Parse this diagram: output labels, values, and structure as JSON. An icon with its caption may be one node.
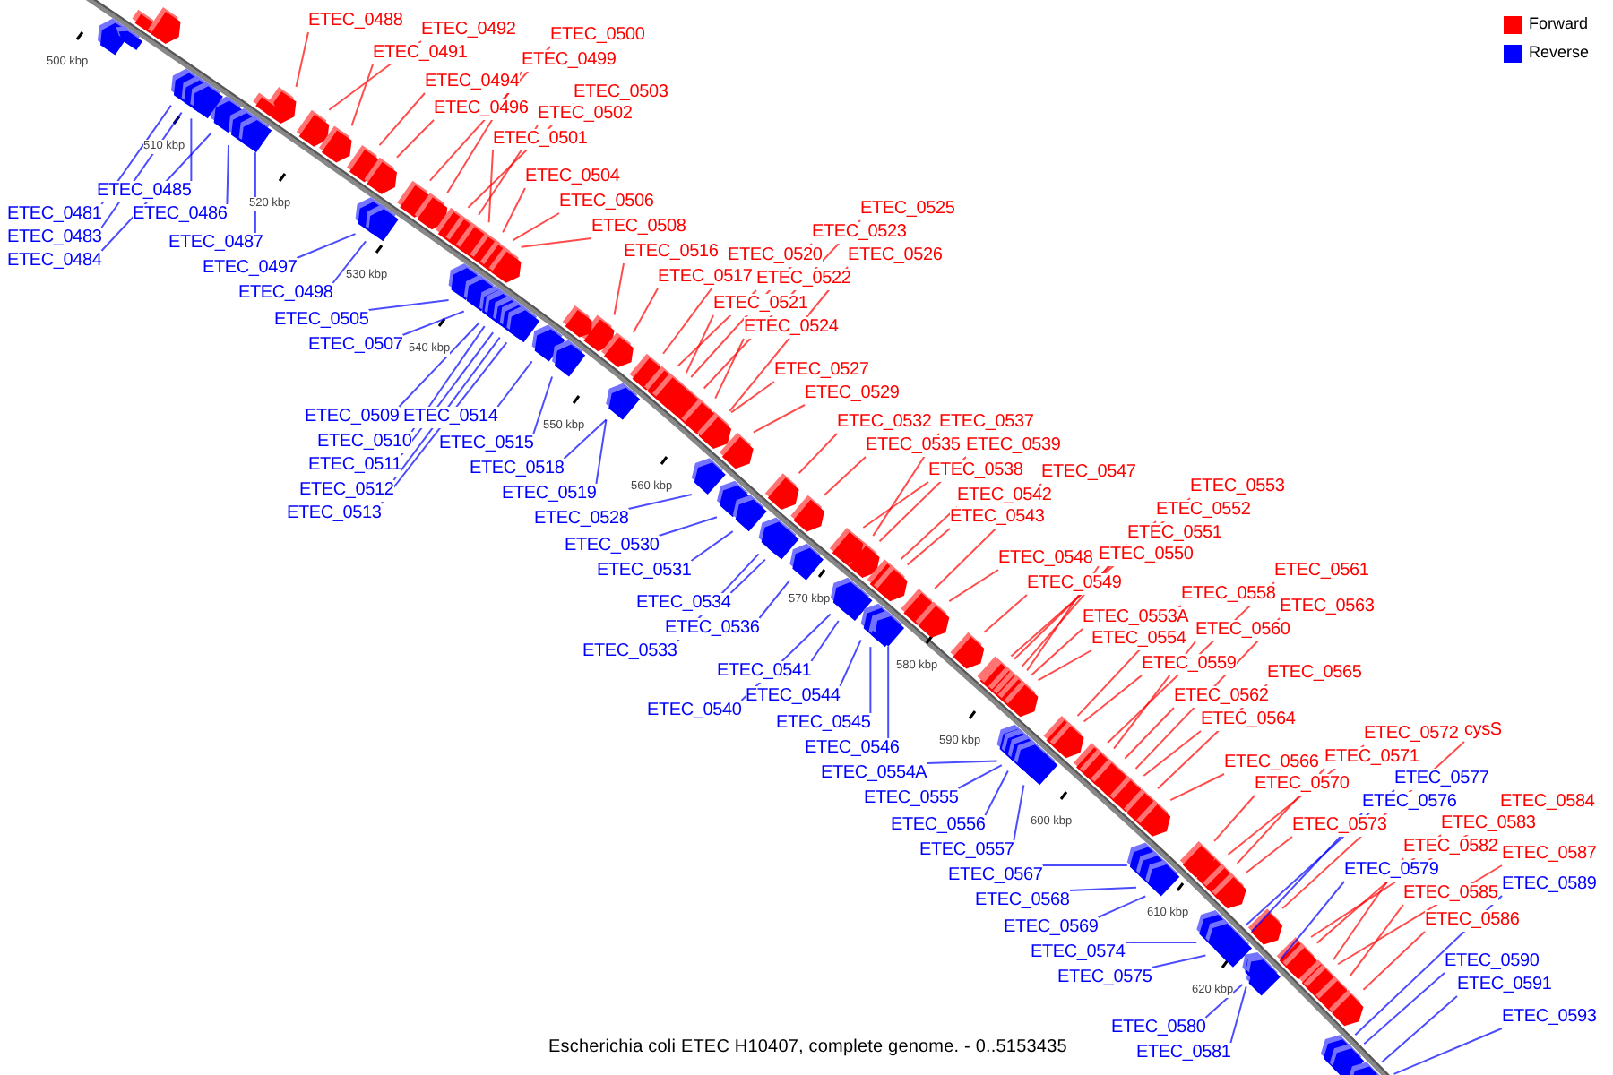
{
  "diagram": {
    "caption": "Escherichia coli ETEC H10407, complete genome. - 0..5153435",
    "nodes": [
      {
        "text": [
          "ETEC_0488"
        ]
      },
      {
        "text": [
          "ETEC_0492"
        ]
      },
      {
        "text": [
          "ETEC_0491"
        ]
      },
      {
        "text": [
          "ETEC_0494"
        ]
      },
      {
        "text": [
          "ETEC_0496"
        ]
      },
      {
        "text": [
          "ETEC_0500"
        ]
      },
      {
        "text": [
          "ETEC_0499"
        ]
      },
      {
        "text": [
          "ETEC_0503"
        ]
      },
      {
        "text": [
          "ETEC_0502"
        ]
      },
      {
        "text": [
          "ETEC_0501"
        ]
      },
      {
        "text": [
          "ETEC_0504"
        ]
      },
      {
        "text": [
          "ETEC_0506"
        ]
      },
      {
        "text": [
          "ETEC_0508"
        ]
      },
      {
        "text": [
          "ETEC_0516"
        ]
      },
      {
        "text": [
          "ETEC_0517"
        ]
      },
      {
        "text": [
          "ETEC_0520"
        ]
      },
      {
        "text": [
          "ETEC_0525"
        ]
      },
      {
        "text": [
          "ETEC_0523"
        ]
      },
      {
        "text": [
          "ETEC_0526"
        ]
      },
      {
        "text": [
          "ETEC_0522"
        ]
      },
      {
        "text": [
          "ETEC_0521"
        ]
      },
      {
        "text": [
          "ETEC_0524"
        ]
      },
      {
        "text": [
          "ETEC_0527"
        ]
      },
      {
        "text": [
          "ETEC_0529"
        ]
      },
      {
        "text": [
          "ETEC_0532"
        ]
      },
      {
        "text": [
          "ETEC_0537"
        ]
      },
      {
        "text": [
          "ETEC_0535"
        ]
      },
      {
        "text": [
          "ETEC_0539"
        ]
      },
      {
        "text": [
          "ETEC_0538"
        ]
      },
      {
        "text": [
          "ETEC_0547"
        ]
      },
      {
        "text": [
          "ETEC_0542"
        ]
      },
      {
        "text": [
          "ETEC_0543"
        ]
      },
      {
        "text": [
          "ETEC_0553"
        ]
      },
      {
        "text": [
          "ETEC_0552"
        ]
      },
      {
        "text": [
          "ETEC_0551"
        ]
      },
      {
        "text": [
          "ETEC_0550"
        ]
      },
      {
        "text": [
          "ETEC_0548"
        ]
      },
      {
        "text": [
          "ETEC_0549"
        ]
      },
      {
        "text": [
          "ETEC_0553A"
        ]
      },
      {
        "text": [
          "ETEC_0554"
        ]
      },
      {
        "text": [
          "ETEC_0558"
        ]
      },
      {
        "text": [
          "ETEC_0561"
        ]
      },
      {
        "text": [
          "ETEC_0560"
        ]
      },
      {
        "text": [
          "ETEC_0563"
        ]
      },
      {
        "text": [
          "ETEC_0559"
        ]
      },
      {
        "text": [
          "ETEC_0562"
        ]
      },
      {
        "text": [
          "ETEC_0564"
        ]
      },
      {
        "text": [
          "ETEC_0565"
        ]
      },
      {
        "text": [
          "ETEC_0566"
        ]
      },
      {
        "text": [
          "ETEC_0572"
        ]
      },
      {
        "text": [
          "cysS"
        ]
      },
      {
        "text": [
          "ETEC_0571"
        ]
      },
      {
        "text": [
          "ETEC_0570"
        ]
      },
      {
        "text": [
          "ETEC_0573"
        ]
      },
      {
        "text": [
          "ETEC_0577"
        ]
      },
      {
        "text": [
          "ETEC_0576"
        ]
      },
      {
        "text": [
          "ETEC_0579"
        ]
      },
      {
        "text": [
          "ETEC_0584"
        ]
      },
      {
        "text": [
          "ETEC_0583"
        ]
      },
      {
        "text": [
          "ETEC_0582"
        ]
      },
      {
        "text": [
          "ETEC_0587"
        ]
      },
      {
        "text": [
          "ETEC_0589"
        ]
      },
      {
        "text": [
          "ETEC_0585"
        ]
      },
      {
        "text": [
          "ETEC_0586"
        ]
      },
      {
        "text": [
          "ETEC_0590"
        ]
      },
      {
        "text": [
          "ETEC_0591"
        ]
      },
      {
        "text": [
          "ETEC_0593"
        ]
      },
      {
        "text": [
          "ETEC_0481"
        ]
      },
      {
        "text": [
          "ETEC_0483"
        ]
      },
      {
        "text": [
          "ETEC_0484"
        ]
      },
      {
        "text": [
          "ETEC_0485"
        ]
      },
      {
        "text": [
          "ETEC_0486"
        ]
      },
      {
        "text": [
          "ETEC_0487"
        ]
      },
      {
        "text": [
          "ETEC_0497"
        ]
      },
      {
        "text": [
          "ETEC_0498"
        ]
      },
      {
        "text": [
          "ETEC_0505"
        ]
      },
      {
        "text": [
          "ETEC_0507"
        ]
      },
      {
        "text": [
          "ETEC_0509"
        ]
      },
      {
        "text": [
          "ETEC_0510"
        ]
      },
      {
        "text": [
          "ETEC_0511"
        ]
      },
      {
        "text": [
          "ETEC_0512"
        ]
      },
      {
        "text": [
          "ETEC_0513"
        ]
      },
      {
        "text": [
          "ETEC_0514"
        ]
      },
      {
        "text": [
          "ETEC_0515"
        ]
      },
      {
        "text": [
          "ETEC_0518"
        ]
      },
      {
        "text": [
          "ETEC_0519"
        ]
      },
      {
        "text": [
          "ETEC_0528"
        ]
      },
      {
        "text": [
          "ETEC_0530"
        ]
      },
      {
        "text": [
          "ETEC_0531"
        ]
      },
      {
        "text": [
          "ETEC_0534"
        ]
      },
      {
        "text": [
          "ETEC_0536"
        ]
      },
      {
        "text": [
          "ETEC_0533"
        ]
      },
      {
        "text": [
          "ETEC_0541"
        ]
      },
      {
        "text": [
          "ETEC_0544"
        ]
      },
      {
        "text": [
          "ETEC_0540"
        ]
      },
      {
        "text": [
          "ETEC_0545"
        ]
      },
      {
        "text": [
          "ETEC_0546"
        ]
      },
      {
        "text": [
          "ETEC_0554A"
        ]
      },
      {
        "text": [
          "ETEC_0555"
        ]
      },
      {
        "text": [
          "ETEC_0556"
        ]
      },
      {
        "text": [
          "ETEC_0557"
        ]
      },
      {
        "text": [
          "ETEC_0567"
        ]
      },
      {
        "text": [
          "ETEC_0568"
        ]
      },
      {
        "text": [
          "ETEC_0569"
        ]
      },
      {
        "text": [
          "ETEC_0574"
        ]
      },
      {
        "text": [
          "ETEC_0575"
        ]
      },
      {
        "text": [
          "ETEC_0580"
        ]
      },
      {
        "text": [
          "ETEC_0581"
        ]
      },
      {
        "text": [],
        "shape": "box"
      },
      {
        "text": [],
        "shape": "box"
      },
      {
        "text": [],
        "shape": "box"
      },
      {
        "text": [],
        "shape": "box"
      },
      {
        "text": [],
        "shape": "box"
      },
      {
        "text": [],
        "shape": "box"
      },
      {
        "text": [],
        "shape": "box"
      },
      {
        "text": [],
        "shape": "box"
      },
      {
        "text": [],
        "shape": "box"
      },
      {
        "text": [],
        "shape": "box"
      },
      {
        "text": [],
        "shape": "box"
      },
      {
        "text": [],
        "shape": "box"
      },
      {
        "text": [],
        "shape": "box"
      },
      {
        "text": [],
        "shape": "box"
      },
      {
        "text": [],
        "shape": "box"
      },
      {
        "text": [],
        "shape": "box"
      },
      {
        "text": [],
        "shape": "box"
      },
      {
        "text": [],
        "shape": "box"
      },
      {
        "text": [],
        "shape": "box"
      },
      {
        "text": [],
        "shape": "box"
      },
      {
        "text": [],
        "shape": "box"
      },
      {
        "text": [],
        "shape": "box"
      },
      {
        "text": [],
        "shape": "box"
      },
      {
        "text": [],
        "shape": "box"
      },
      {
        "text": [],
        "shape": "box"
      },
      {
        "text": [],
        "shape": "box"
      },
      {
        "text": [],
        "shape": "box"
      },
      {
        "text": [],
        "shape": "box"
      },
      {
        "text": [],
        "shape": "box"
      },
      {
        "text": [],
        "shape": "box"
      },
      {
        "text": [],
        "shape": "box"
      },
      {
        "text": [],
        "shape": "box"
      },
      {
        "text": [],
        "shape": "box"
      },
      {
        "text": [],
        "shape": "box"
      },
      {
        "text": [],
        "shape": "box"
      },
      {
        "text": [],
        "shape": "box"
      },
      {
        "text": [],
        "shape": "box"
      },
      {
        "text": [],
        "shape": "box"
      },
      {
        "text": [],
        "shape": "box"
      },
      {
        "text": [],
        "shape": "box"
      },
      {
        "text": [],
        "shape": "box"
      },
      {
        "text": [],
        "shape": "box"
      },
      {
        "text": [],
        "shape": "box"
      },
      {
        "text": [],
        "shape": "box"
      },
      {
        "text": [],
        "shape": "box"
      },
      {
        "text": [],
        "shape": "box"
      },
      {
        "text": [],
        "shape": "box"
      },
      {
        "text": [],
        "shape": "box"
      },
      {
        "text": [],
        "shape": "box"
      },
      {
        "text": [],
        "shape": "box"
      },
      {
        "text": [],
        "shape": "box"
      },
      {
        "text": [],
        "shape": "box"
      },
      {
        "text": [],
        "shape": "box"
      },
      {
        "text": [],
        "shape": "box"
      },
      {
        "text": [],
        "shape": "box"
      },
      {
        "text": [],
        "shape": "box"
      },
      {
        "text": [],
        "shape": "box"
      },
      {
        "text": [],
        "shape": "box"
      },
      {
        "text": [],
        "shape": "box"
      },
      {
        "text": [],
        "shape": "box"
      },
      {
        "text": [],
        "shape": "box"
      },
      {
        "text": [],
        "shape": "box"
      },
      {
        "text": [],
        "shape": "box"
      },
      {
        "text": [],
        "shape": "box"
      },
      {
        "text": [],
        "shape": "box"
      },
      {
        "text": [],
        "shape": "box"
      },
      {
        "text": [],
        "shape": "box"
      },
      {
        "text": [],
        "shape": "box"
      },
      {
        "text": [],
        "shape": "box"
      },
      {
        "text": [],
        "shape": "box"
      },
      {
        "text": [],
        "shape": "box"
      },
      {
        "text": [],
        "shape": "box"
      },
      {
        "text": [],
        "shape": "box"
      },
      {
        "text": [],
        "shape": "box"
      },
      {
        "text": [],
        "shape": "box"
      },
      {
        "text": [],
        "shape": "box"
      },
      {
        "text": [],
        "shape": "box"
      },
      {
        "text": [],
        "shape": "box"
      },
      {
        "text": [],
        "shape": "box"
      },
      {
        "text": [],
        "shape": "box"
      },
      {
        "text": [],
        "shape": "box"
      },
      {
        "text": [],
        "shape": "box"
      },
      {
        "text": [],
        "shape": "box"
      },
      {
        "text": [],
        "shape": "box"
      },
      {
        "text": [],
        "shape": "box"
      },
      {
        "text": [],
        "shape": "box"
      },
      {
        "text": [],
        "shape": "box"
      },
      {
        "text": [],
        "shape": "box"
      },
      {
        "text": [],
        "shape": "box"
      },
      {
        "text": [],
        "shape": "box"
      },
      {
        "text": [],
        "shape": "box"
      },
      {
        "text": [],
        "shape": "box"
      },
      {
        "text": [],
        "shape": "box"
      },
      {
        "text": [],
        "shape": "box"
      },
      {
        "text": [],
        "shape": "box"
      },
      {
        "text": [],
        "shape": "box"
      },
      {
        "text": [],
        "shape": "box"
      },
      {
        "text": [],
        "shape": "box"
      },
      {
        "text": [],
        "shape": "box"
      },
      {
        "text": [],
        "shape": "box"
      },
      {
        "text": [],
        "shape": "box"
      },
      {
        "text": [],
        "shape": "box"
      },
      {
        "text": [],
        "shape": "box"
      },
      {
        "text": [],
        "shape": "box"
      },
      {
        "text": [],
        "shape": "box"
      },
      {
        "text": [],
        "shape": "box"
      },
      {
        "text": [],
        "shape": "box"
      },
      {
        "text": [],
        "shape": "box"
      },
      {
        "text": [],
        "shape": "box"
      },
      {
        "text": [],
        "shape": "box"
      },
      {
        "text": [],
        "shape": "box"
      },
      {
        "text": [],
        "shape": "box"
      },
      {
        "text": [],
        "shape": "box"
      },
      {
        "text": [],
        "shape": "box"
      },
      {
        "text": [],
        "shape": "box"
      }
    ],
    "edges": [
      {
        "from": 0,
        "to": 108,
        "arrow": "none"
      },
      {
        "from": 1,
        "to": 109,
        "arrow": "none"
      },
      {
        "from": 2,
        "to": 110,
        "arrow": "none"
      },
      {
        "from": 3,
        "to": 111,
        "arrow": "none"
      },
      {
        "from": 4,
        "to": 112,
        "arrow": "none"
      },
      {
        "from": 5,
        "to": 113,
        "arrow": "none"
      },
      {
        "from": 6,
        "to": 114,
        "arrow": "none"
      },
      {
        "from": 7,
        "to": 115,
        "arrow": "none"
      },
      {
        "from": 8,
        "to": 116,
        "arrow": "none"
      },
      {
        "from": 9,
        "to": 117,
        "arrow": "none"
      },
      {
        "from": 10,
        "to": 118,
        "arrow": "none"
      },
      {
        "from": 11,
        "to": 119,
        "arrow": "none"
      },
      {
        "from": 12,
        "to": 120,
        "arrow": "none"
      },
      {
        "from": 13,
        "to": 121,
        "arrow": "none"
      },
      {
        "from": 14,
        "to": 122,
        "arrow": "none"
      },
      {
        "from": 15,
        "to": 123,
        "arrow": "none"
      },
      {
        "from": 16,
        "to": 124,
        "arrow": "none"
      },
      {
        "from": 17,
        "to": 125,
        "arrow": "none"
      },
      {
        "from": 18,
        "to": 126,
        "arrow": "none"
      },
      {
        "from": 19,
        "to": 127,
        "arrow": "none"
      },
      {
        "from": 20,
        "to": 128,
        "arrow": "none"
      },
      {
        "from": 21,
        "to": 129,
        "arrow": "none"
      },
      {
        "from": 22,
        "to": 130,
        "arrow": "none"
      },
      {
        "from": 23,
        "to": 131,
        "arrow": "none"
      },
      {
        "from": 24,
        "to": 132,
        "arrow": "none"
      },
      {
        "from": 25,
        "to": 133,
        "arrow": "none"
      },
      {
        "from": 26,
        "to": 134,
        "arrow": "none"
      },
      {
        "from": 27,
        "to": 135,
        "arrow": "none"
      },
      {
        "from": 28,
        "to": 136,
        "arrow": "none"
      },
      {
        "from": 29,
        "to": 137,
        "arrow": "none"
      },
      {
        "from": 30,
        "to": 138,
        "arrow": "none"
      },
      {
        "from": 31,
        "to": 139,
        "arrow": "none"
      },
      {
        "from": 32,
        "to": 140,
        "arrow": "none"
      },
      {
        "from": 33,
        "to": 141,
        "arrow": "none"
      },
      {
        "from": 34,
        "to": 142,
        "arrow": "none"
      },
      {
        "from": 35,
        "to": 143,
        "arrow": "none"
      },
      {
        "from": 36,
        "to": 144,
        "arrow": "none"
      },
      {
        "from": 37,
        "to": 145,
        "arrow": "none"
      },
      {
        "from": 38,
        "to": 146,
        "arrow": "none"
      },
      {
        "from": 39,
        "to": 147,
        "arrow": "none"
      },
      {
        "from": 40,
        "to": 148,
        "arrow": "none"
      },
      {
        "from": 41,
        "to": 149,
        "arrow": "none"
      },
      {
        "from": 42,
        "to": 150,
        "arrow": "none"
      },
      {
        "from": 43,
        "to": 151,
        "arrow": "none"
      },
      {
        "from": 44,
        "to": 152,
        "arrow": "none"
      },
      {
        "from": 45,
        "to": 153,
        "arrow": "none"
      },
      {
        "from": 46,
        "to": 154,
        "arrow": "none"
      },
      {
        "from": 47,
        "to": 155,
        "arrow": "none"
      },
      {
        "from": 48,
        "to": 156,
        "arrow": "none"
      },
      {
        "from": 49,
        "to": 157,
        "arrow": "none"
      },
      {
        "from": 50,
        "to": 158,
        "arrow": "none"
      },
      {
        "from": 51,
        "to": 159,
        "arrow": "none"
      },
      {
        "from": 52,
        "to": 160,
        "arrow": "none"
      },
      {
        "from": 53,
        "to": 161,
        "arrow": "none"
      },
      {
        "from": 54,
        "to": 162,
        "arrow": "none",
        "color": "#0000ff"
      },
      {
        "from": 55,
        "to": 163,
        "arrow": "none",
        "color": "#0000ff"
      },
      {
        "from": 56,
        "to": 164,
        "arrow": "none",
        "color": "#0000ff"
      },
      {
        "from": 57,
        "to": 165,
        "arrow": "none"
      },
      {
        "from": 58,
        "to": 166,
        "arrow": "none"
      },
      {
        "from": 59,
        "to": 167,
        "arrow": "none"
      },
      {
        "from": 60,
        "to": 168,
        "arrow": "none"
      },
      {
        "from": 61,
        "to": 169,
        "arrow": "none",
        "color": "#0000ff"
      },
      {
        "from": 62,
        "to": 170,
        "arrow": "none"
      },
      {
        "from": 63,
        "to": 171,
        "arrow": "none"
      },
      {
        "from": 64,
        "to": 172,
        "arrow": "none",
        "color": "#0000ff"
      },
      {
        "from": 65,
        "to": 173,
        "arrow": "none",
        "color": "#0000ff"
      },
      {
        "from": 66,
        "to": 174,
        "arrow": "none",
        "color": "#0000ff"
      },
      {
        "from": 67,
        "to": 175,
        "arrow": "none",
        "color": "#0000ff"
      },
      {
        "from": 68,
        "to": 176,
        "arrow": "none",
        "color": "#0000ff"
      },
      {
        "from": 69,
        "to": 177,
        "arrow": "none",
        "color": "#0000ff"
      },
      {
        "from": 70,
        "to": 178,
        "arrow": "none",
        "color": "#0000ff"
      },
      {
        "from": 71,
        "to": 179,
        "arrow": "none",
        "color": "#0000ff"
      },
      {
        "from": 72,
        "to": 180,
        "arrow": "none",
        "color": "#0000ff"
      },
      {
        "from": 73,
        "to": 181,
        "arrow": "none",
        "color": "#0000ff"
      },
      {
        "from": 74,
        "to": 182,
        "arrow": "none",
        "color": "#0000ff"
      },
      {
        "from": 75,
        "to": 183,
        "arrow": "none",
        "color": "#0000ff"
      },
      {
        "from": 76,
        "to": 184,
        "arrow": "none",
        "color": "#0000ff"
      },
      {
        "from": 77,
        "to": 185,
        "arrow": "none",
        "color": "#0000ff"
      },
      {
        "from": 78,
        "to": 186,
        "arrow": "none",
        "color": "#0000ff"
      },
      {
        "from": 79,
        "to": 187,
        "arrow": "none",
        "color": "#0000ff"
      },
      {
        "from": 80,
        "to": 188,
        "arrow": "none",
        "color": "#0000ff"
      },
      {
        "from": 81,
        "to": 189,
        "arrow": "none",
        "color": "#0000ff"
      },
      {
        "from": 82,
        "to": 190,
        "arrow": "none",
        "color": "#0000ff"
      },
      {
        "from": 83,
        "to": 191,
        "arrow": "none",
        "color": "#0000ff"
      },
      {
        "from": 84,
        "to": 192,
        "arrow": "none",
        "color": "#0000ff"
      },
      {
        "from": 85,
        "to": 193,
        "arrow": "none",
        "color": "#0000ff"
      },
      {
        "from": 86,
        "to": 194,
        "arrow": "none",
        "color": "#0000ff"
      },
      {
        "from": 87,
        "to": 195,
        "arrow": "none",
        "color": "#0000ff"
      },
      {
        "from": 88,
        "to": 196,
        "arrow": "none",
        "color": "#0000ff"
      },
      {
        "from": 89,
        "to": 197,
        "arrow": "none",
        "color": "#0000ff"
      },
      {
        "from": 90,
        "to": 198,
        "arrow": "none",
        "color": "#0000ff"
      },
      {
        "from": 91,
        "to": 199,
        "arrow": "none",
        "color": "#0000ff"
      },
      {
        "from": 92,
        "to": 200,
        "arrow": "none",
        "color": "#0000ff"
      },
      {
        "from": 93,
        "to": 201,
        "arrow": "none",
        "color": "#0000ff"
      },
      {
        "from": 94,
        "to": 202,
        "arrow": "none",
        "color": "#0000ff"
      },
      {
        "from": 95,
        "to": 203,
        "arrow": "none",
        "color": "#0000ff"
      },
      {
        "from": 96,
        "to": 204,
        "arrow": "none",
        "color": "#0000ff"
      },
      {
        "from": 97,
        "to": 205,
        "arrow": "none",
        "color": "#0000ff"
      },
      {
        "from": 98,
        "to": 206,
        "arrow": "none",
        "color": "#0000ff"
      },
      {
        "from": 99,
        "to": 207,
        "arrow": "none",
        "color": "#0000ff"
      },
      {
        "from": 100,
        "to": 208,
        "arrow": "none",
        "color": "#0000ff"
      },
      {
        "from": 101,
        "to": 209,
        "arrow": "none",
        "color": "#0000ff"
      },
      {
        "from": 102,
        "to": 210,
        "arrow": "none",
        "color": "#0000ff"
      },
      {
        "from": 103,
        "to": 211,
        "arrow": "none",
        "color": "#0000ff"
      },
      {
        "from": 104,
        "to": 212,
        "arrow": "none",
        "color": "#0000ff"
      },
      {
        "from": 105,
        "to": 213,
        "arrow": "none",
        "color": "#0000ff"
      },
      {
        "from": 106,
        "to": 214,
        "arrow": "none",
        "color": "#0000ff"
      },
      {
        "from": 107,
        "to": 215,
        "arrow": "none",
        "color": "#0000ff"
      }
    ],
    "labels": [
      "500 kbp",
      "510 kbp",
      "520 kbp",
      "530 kbp",
      "540 kbp",
      "550 kbp",
      "560 kbp",
      "570 kbp",
      "580 kbp",
      "590 kbp",
      "600 kbp",
      "610 kbp",
      "620 kbp"
    ],
    "legend": [
      {
        "text": "Forward",
        "color": "#ff0000"
      },
      {
        "text": "Reverse",
        "color": "#0000ff"
      }
    ]
  }
}
